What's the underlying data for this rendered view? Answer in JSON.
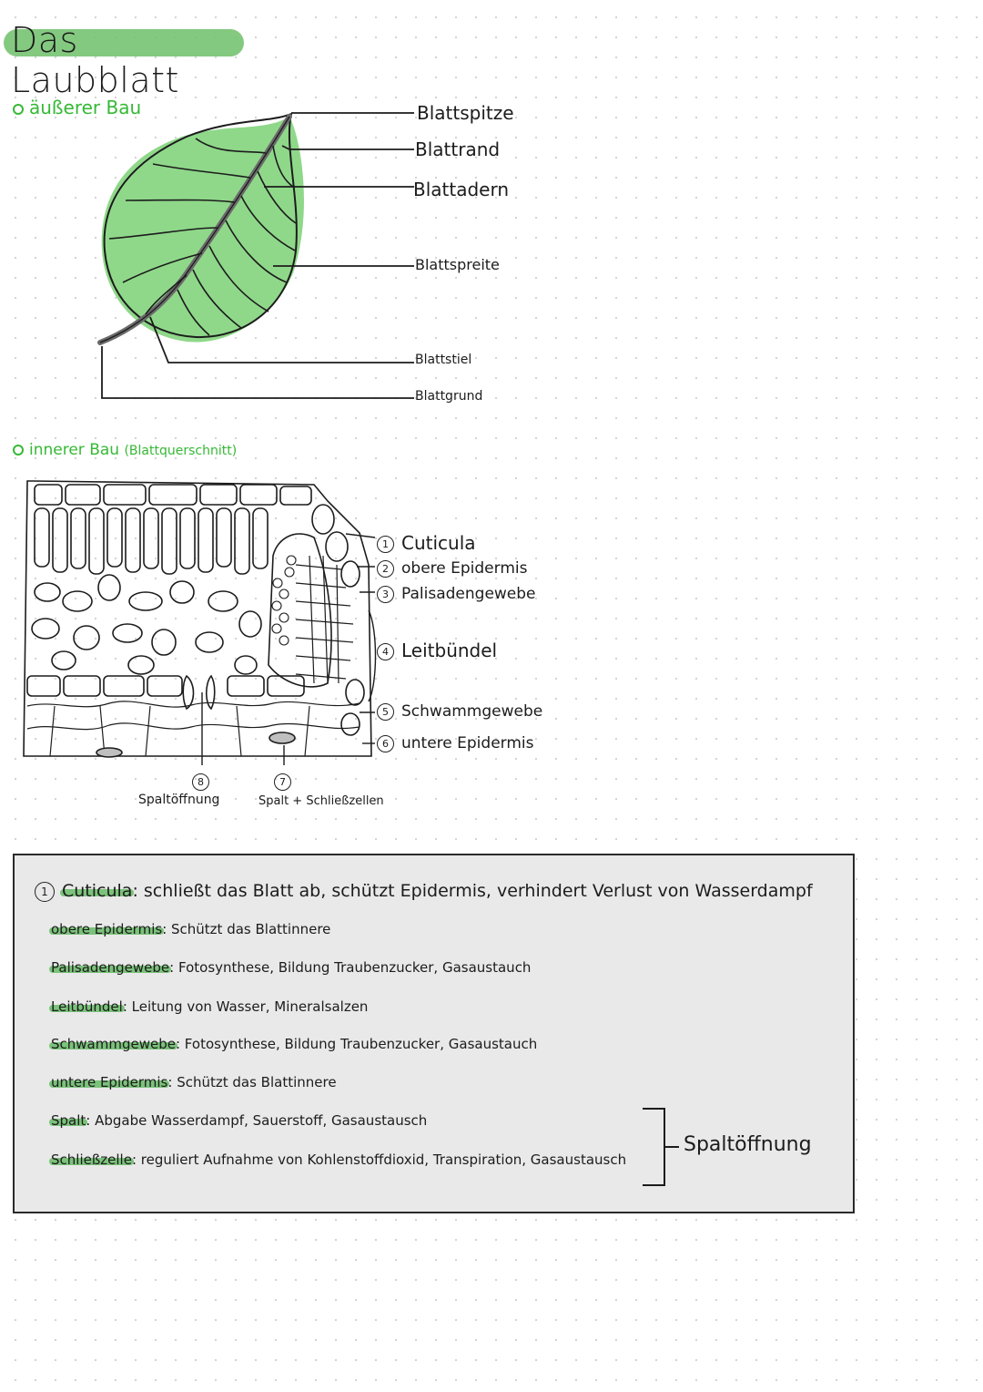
{
  "title": "Das Laubblatt",
  "outer": {
    "heading": "äußerer Bau",
    "labels": {
      "tip": "Blattspitze",
      "edge": "Blattrand",
      "veins": "Blattadern",
      "blade": "Blattspreite",
      "stalk": "Blattstiel",
      "base": "Blattgrund"
    }
  },
  "inner": {
    "heading": "innerer Bau",
    "heading_note": "(Blattquerschnitt)",
    "parts": [
      {
        "num": "1",
        "label": "Cuticula"
      },
      {
        "num": "2",
        "label": "obere Epidermis"
      },
      {
        "num": "3",
        "label": "Palisadengewebe"
      },
      {
        "num": "4",
        "label": "Leitbündel"
      },
      {
        "num": "5",
        "label": "Schwammgewebe"
      },
      {
        "num": "6",
        "label": "untere Epidermis"
      }
    ],
    "bottom": [
      {
        "num": "8",
        "label": "Spaltöffnung"
      },
      {
        "num": "7",
        "label": "Spalt + Schließzellen"
      }
    ]
  },
  "summary": {
    "first_num": "1",
    "rows": [
      {
        "term": "Cuticula",
        "desc": "schließt das Blatt ab, schützt Epidermis, verhindert Verlust von Wasserdampf"
      },
      {
        "term": "obere Epidermis",
        "desc": "Schützt das Blattinnere"
      },
      {
        "term": "Palisadengewebe",
        "desc": "Fotosynthese, Bildung Traubenzucker, Gasaustauch"
      },
      {
        "term": "Leitbündel",
        "desc": "Leitung von Wasser, Mineralsalzen"
      },
      {
        "term": "Schwammgewebe",
        "desc": "Fotosynthese, Bildung Traubenzucker, Gasaustauch"
      },
      {
        "term": "untere Epidermis",
        "desc": "Schützt das Blattinnere"
      },
      {
        "term": "Spalt",
        "desc": "Abgabe Wasserdampf, Sauerstoff, Gasaustausch"
      },
      {
        "term": "Schließzelle",
        "desc": "reguliert Aufnahme von Kohlenstoffdioxid, Transpiration, Gasaustausch"
      }
    ],
    "bracket_label": "Spaltöffnung"
  },
  "colors": {
    "leaf_green": "#8fd88a",
    "highlight_green": "#5fb85f",
    "heading_green": "#35b935",
    "box_fill": "#e9e9e9"
  }
}
